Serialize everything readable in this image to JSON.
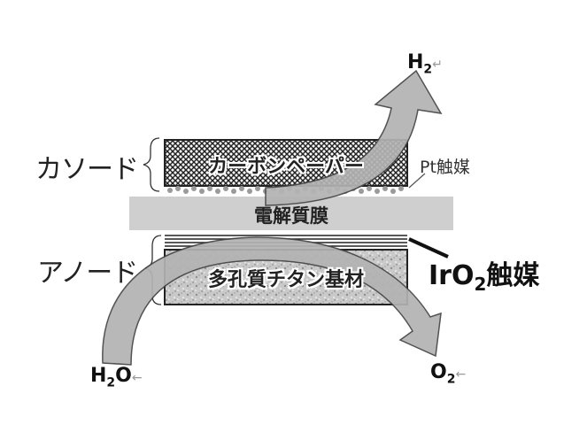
{
  "labels": {
    "cathode": "カソード",
    "anode": "アノード",
    "carbon_paper": "カーボンペーパー",
    "membrane": "電解質膜",
    "titanium": "多孔質チタン基材",
    "pt_catalyst": "Pt触媒",
    "iro2_prefix": "IrO",
    "iro2_sub": "2",
    "iro2_suffix": "触媒",
    "h2_main": "H",
    "h2_sub": "2",
    "h2o_main": "H",
    "h2o_sub": "2",
    "h2o_tail": "O",
    "o2_main": "O",
    "o2_sub": "2",
    "return_mark": "↵",
    "left_arrow_mark": "←"
  },
  "colors": {
    "arrow_fill": "#b3b3b3",
    "membrane_fill": "#cfcfcf",
    "carbon_fill": "#3a3a3a",
    "titanium_fill": "#c4c4c4",
    "pt_dots": "#9a9a9a"
  }
}
